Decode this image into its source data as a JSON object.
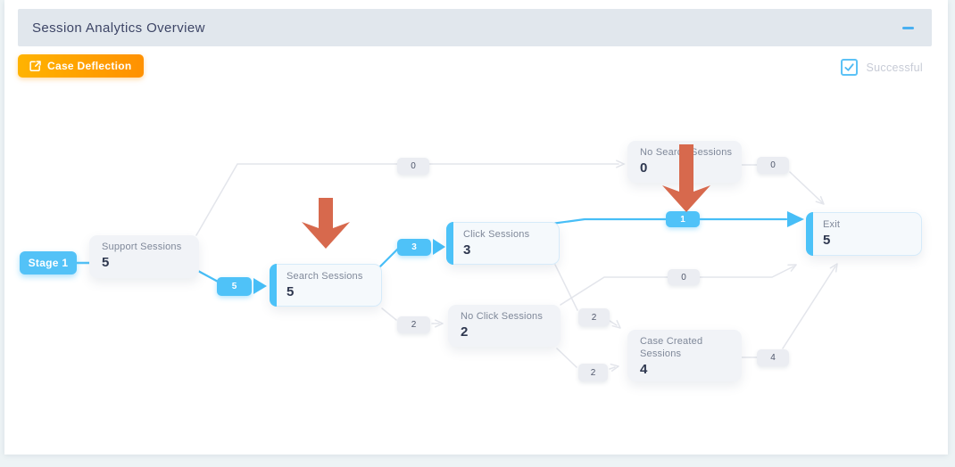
{
  "panel": {
    "title": "Session Analytics Overview"
  },
  "toolbar": {
    "case_deflection_label": "Case Deflection"
  },
  "legend": {
    "successful_label": "Successful",
    "successful_checked": true
  },
  "chart": {
    "stage_label": "Stage 1",
    "nodes": [
      {
        "title": "Support Sessions",
        "value": "5"
      },
      {
        "title": "Search Sessions",
        "value": "5"
      },
      {
        "title": "Click Sessions",
        "value": "3"
      },
      {
        "title": "No Click Sessions",
        "value": "2"
      },
      {
        "title": "No Search Sessions",
        "value": "0"
      },
      {
        "title": "Case Created Sessions",
        "value": "4"
      },
      {
        "title": "Exit",
        "value": "5"
      }
    ],
    "edges": [
      {
        "from": "Support Sessions",
        "to": "Search Sessions",
        "value": "5",
        "style": "blue"
      },
      {
        "from": "Support Sessions",
        "to": "No Search Sessions",
        "value": "0",
        "style": "gray"
      },
      {
        "from": "Search Sessions",
        "to": "Click Sessions",
        "value": "3",
        "style": "blue"
      },
      {
        "from": "Search Sessions",
        "to": "No Click Sessions",
        "value": "2",
        "style": "gray"
      },
      {
        "from": "Click Sessions",
        "to": "Exit",
        "value": "1",
        "style": "blue"
      },
      {
        "from": "Click Sessions",
        "to": "Case Created Sessions",
        "value": "2",
        "style": "gray"
      },
      {
        "from": "No Click Sessions",
        "to": "Exit",
        "value": "0",
        "style": "gray"
      },
      {
        "from": "No Click Sessions",
        "to": "Case Created Sessions",
        "value": "2",
        "style": "gray"
      },
      {
        "from": "No Search Sessions",
        "to": "Exit",
        "value": "0",
        "style": "gray"
      },
      {
        "from": "Case Created Sessions",
        "to": "Exit",
        "value": "4",
        "style": "gray"
      }
    ]
  },
  "colors": {
    "accent_blue": "#4CC2F8",
    "orange_gradient_start": "#FFB301",
    "orange_gradient_end": "#FF9101",
    "annotation_arrow_red": "#D7694D",
    "edge_gray": "#E3E5EB",
    "header_bg": "#E1E7ED",
    "page_bg": "#EDF3F5"
  }
}
